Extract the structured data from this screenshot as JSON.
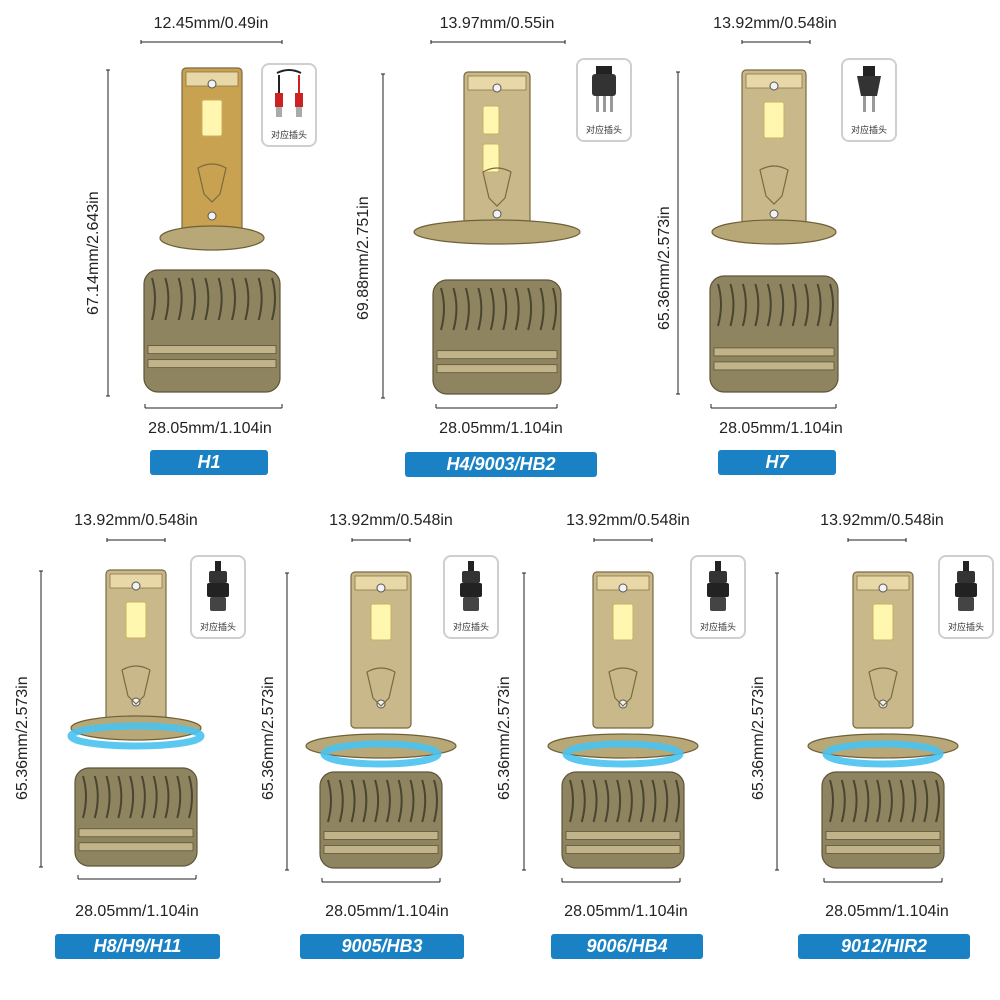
{
  "items": [
    {
      "type": "H1",
      "top_dim": "12.45mm/0.49in",
      "side_dim": "67.14mm/2.643in",
      "bottom_dim": "28.05mm/1.104in",
      "plug_caption": "对应插头",
      "plug_icon": "wire-terminal-icon",
      "halo": false,
      "base": "h1"
    },
    {
      "type": "H4/9003/HB2",
      "top_dim": "13.97mm/0.55in",
      "side_dim": "69.88mm/2.751in",
      "bottom_dim": "28.05mm/1.104in",
      "plug_caption": "对应插头",
      "plug_icon": "three-pin-plug-icon",
      "halo": false,
      "base": "h4"
    },
    {
      "type": "H7",
      "top_dim": "13.92mm/0.548in",
      "side_dim": "65.36mm/2.573in",
      "bottom_dim": "28.05mm/1.104in",
      "plug_caption": "对应插头",
      "plug_icon": "two-pin-plug-icon",
      "halo": false,
      "base": "h7"
    },
    {
      "type": "H8/H9/H11",
      "top_dim": "13.92mm/0.548in",
      "side_dim": "65.36mm/2.573in",
      "bottom_dim": "28.05mm/1.104in",
      "plug_caption": "对应插头",
      "plug_icon": "socket-plug-icon",
      "halo": true,
      "base": "h11"
    },
    {
      "type": "9005/HB3",
      "top_dim": "13.92mm/0.548in",
      "side_dim": "65.36mm/2.573in",
      "bottom_dim": "28.05mm/1.104in",
      "plug_caption": "对应插头",
      "plug_icon": "socket-plug-icon",
      "halo": true,
      "base": "9005"
    },
    {
      "type": "9006/HB4",
      "top_dim": "13.92mm/0.548in",
      "side_dim": "65.36mm/2.573in",
      "bottom_dim": "28.05mm/1.104in",
      "plug_caption": "对应插头",
      "plug_icon": "socket-plug-icon",
      "halo": true,
      "base": "9005"
    },
    {
      "type": "9012/HIR2",
      "top_dim": "13.92mm/0.548in",
      "side_dim": "65.36mm/2.573in",
      "bottom_dim": "28.05mm/1.104in",
      "plug_caption": "对应插头",
      "plug_icon": "socket-plug-icon",
      "halo": true,
      "base": "9012"
    }
  ],
  "colors": {
    "label_bg": "#1a82c4",
    "gold": "#c9a45a",
    "bronze": "#8f8460",
    "halo": "#49c2f0",
    "chip": "#fff6b0"
  }
}
